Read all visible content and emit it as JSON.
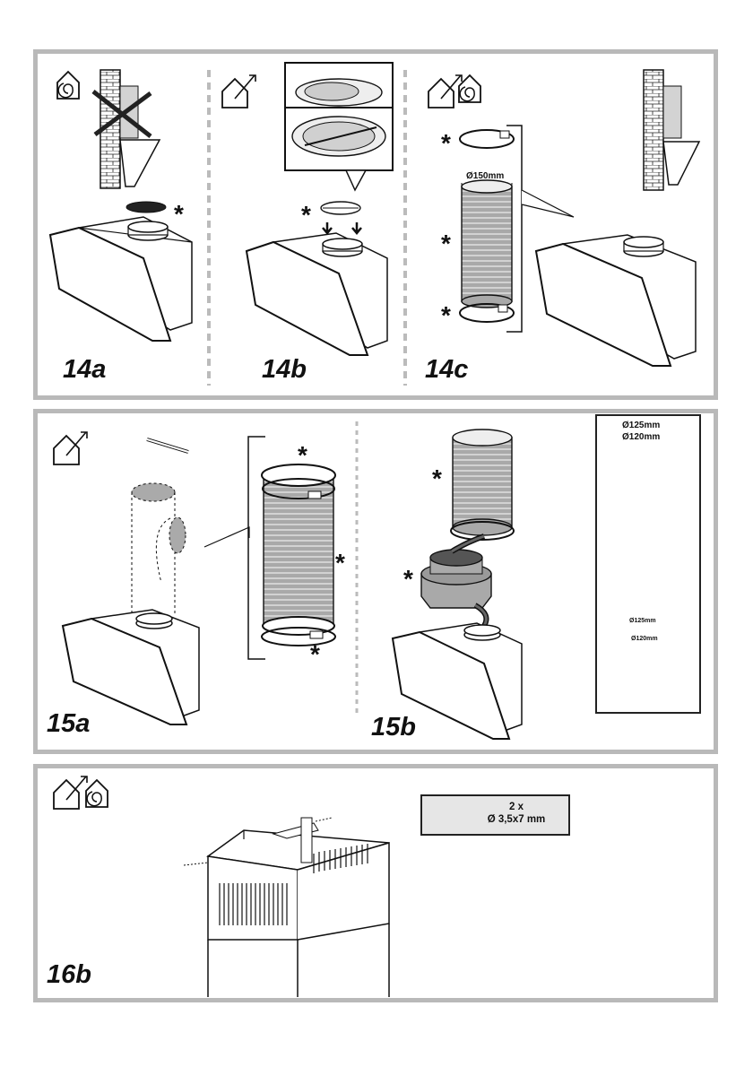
{
  "panels": {
    "p14": {
      "labels": {
        "a": "14a",
        "b": "14b",
        "c": "14c"
      },
      "duct_diameter": "Ø150mm",
      "optional_mark": "*"
    },
    "p15": {
      "labels": {
        "a": "15a",
        "b": "15b"
      },
      "inset": {
        "d1": "Ø125mm",
        "d2": "Ø120mm",
        "d3": "Ø125mm",
        "d4": "Ø120mm"
      },
      "optional_mark": "*"
    },
    "p16": {
      "label": "16b",
      "screw": {
        "qty": "2 x",
        "size": "Ø 3,5x7 mm"
      }
    }
  },
  "icons": [
    "recirculation-house-icon",
    "extraction-house-icon",
    "screw-icon",
    "no-cross-icon"
  ]
}
